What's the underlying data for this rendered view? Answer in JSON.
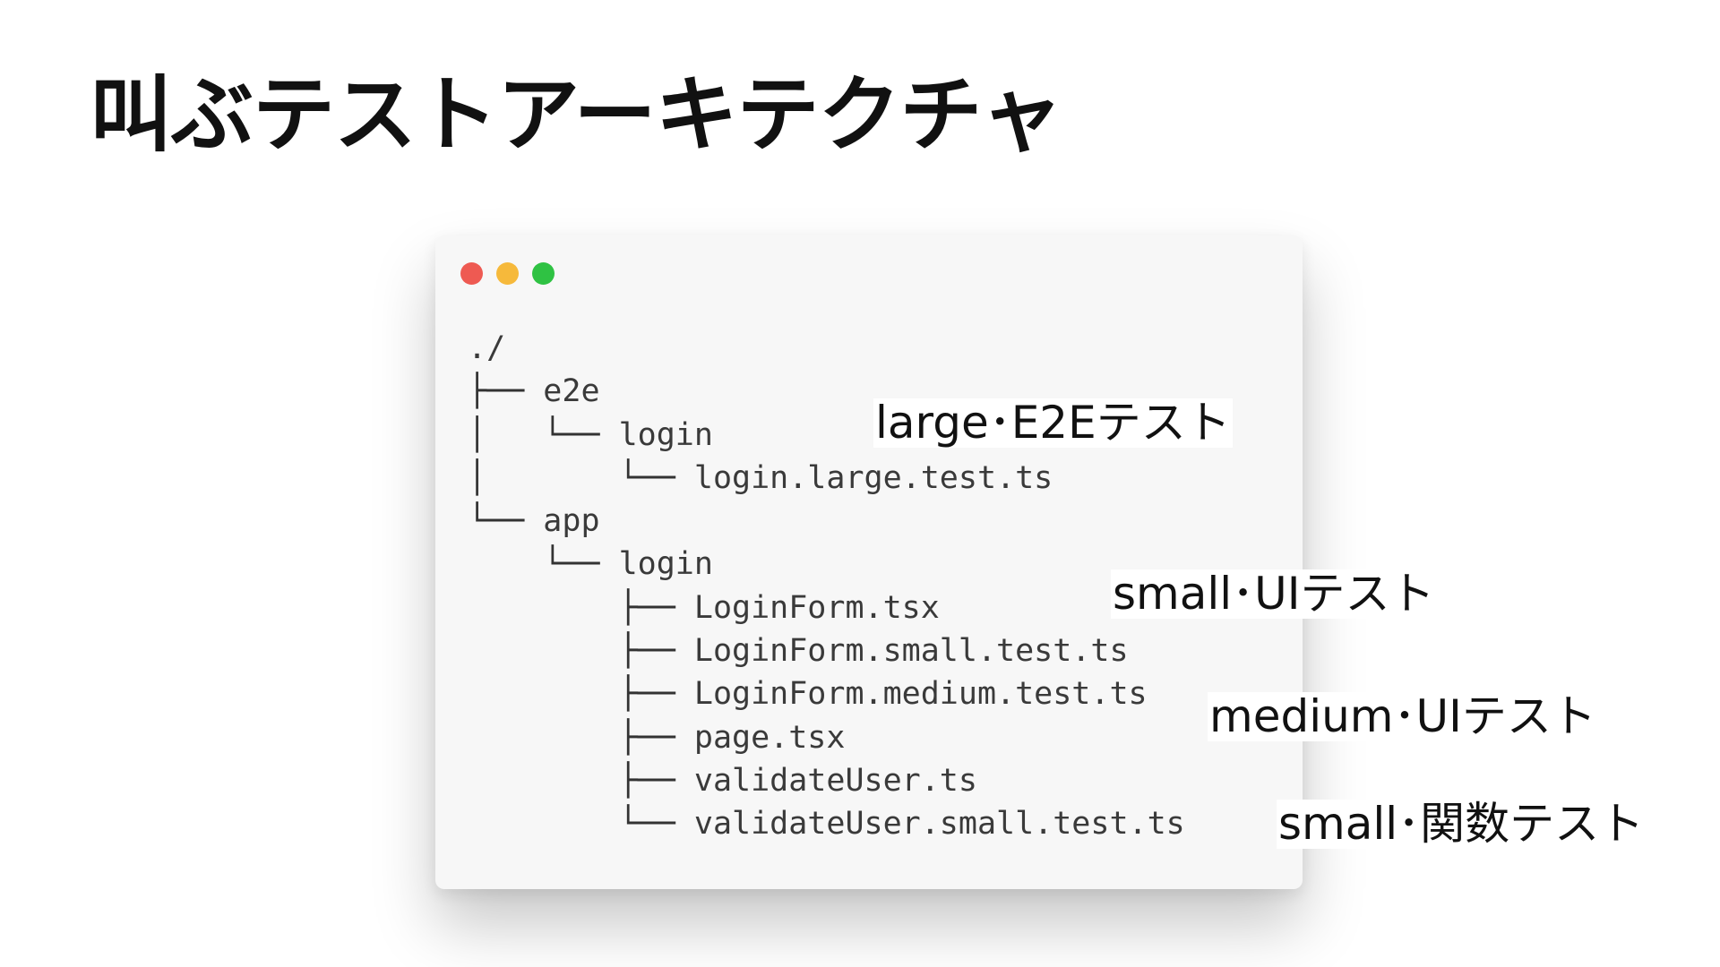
{
  "slide": {
    "title": "叫ぶテストアーキテクチャ"
  },
  "window": {
    "controls": [
      {
        "name": "close-button",
        "color": "#ee5a52"
      },
      {
        "name": "minimize-button",
        "color": "#f6b93b"
      },
      {
        "name": "maximize-button",
        "color": "#2fc243"
      }
    ]
  },
  "tree": [
    {
      "prefix": "",
      "name": "./"
    },
    {
      "prefix": "├── ",
      "name": "e2e"
    },
    {
      "prefix": "│   └── ",
      "name": "login"
    },
    {
      "prefix": "│       └── ",
      "name": "login.large.test.ts"
    },
    {
      "prefix": "└── ",
      "name": "app"
    },
    {
      "prefix": "    └── ",
      "name": "login"
    },
    {
      "prefix": "        ├── ",
      "name": "LoginForm.tsx"
    },
    {
      "prefix": "        ├── ",
      "name": "LoginForm.small.test.ts"
    },
    {
      "prefix": "        ├── ",
      "name": "LoginForm.medium.test.ts"
    },
    {
      "prefix": "        ├── ",
      "name": "page.tsx"
    },
    {
      "prefix": "        ├── ",
      "name": "validateUser.ts"
    },
    {
      "prefix": "        └── ",
      "name": "validateUser.small.test.ts"
    }
  ],
  "labels": {
    "large_e2e": "large･E2Eテスト",
    "small_ui": "small･UIテスト",
    "medium_ui": "medium･UIテスト",
    "small_function": "small･関数テスト"
  }
}
